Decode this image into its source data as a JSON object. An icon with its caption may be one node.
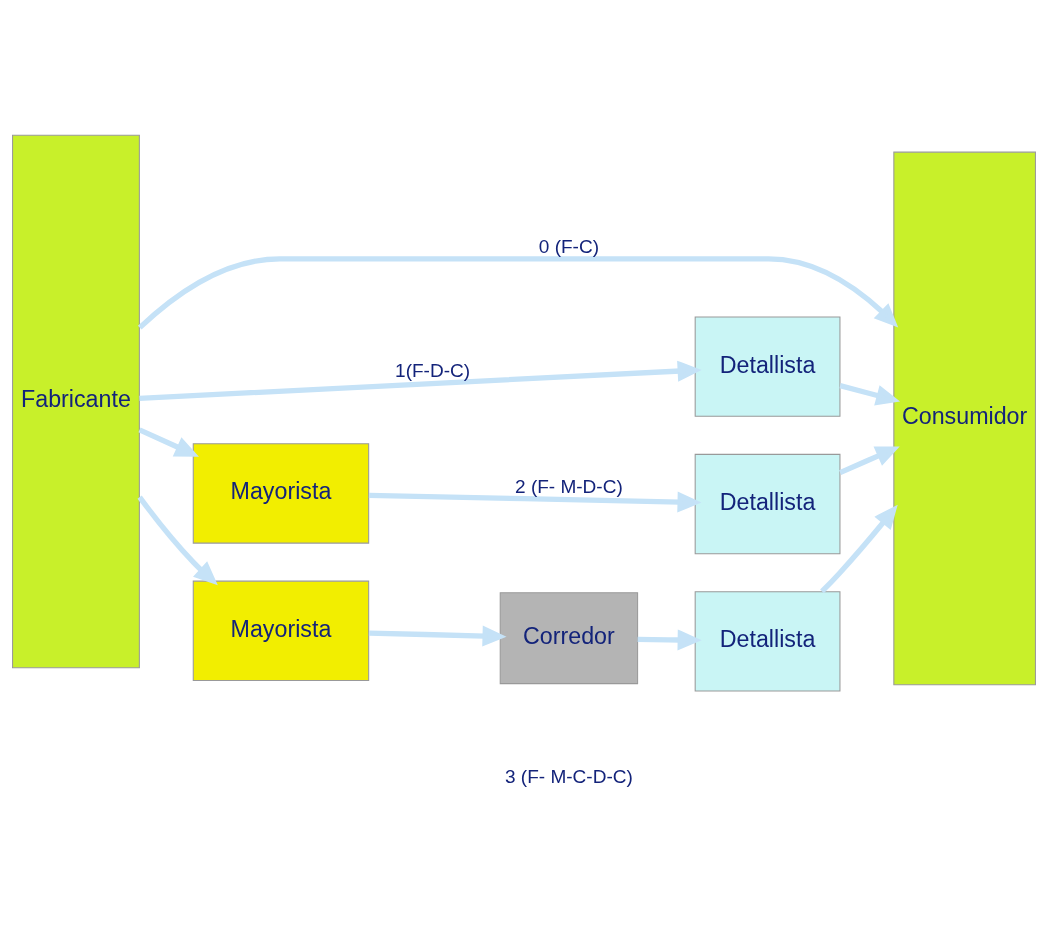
{
  "diagram": {
    "nodes": [
      {
        "text": [
          "Fabricante"
        ]
      },
      {
        "text": [
          "Consumidor"
        ]
      },
      {
        "text": [
          "Detallista"
        ]
      },
      {
        "text": [
          "Mayorista"
        ]
      },
      {
        "text": [
          "Detallista"
        ]
      },
      {
        "text": [
          "Mayorista"
        ]
      },
      {
        "text": [
          "Corredor"
        ]
      },
      {
        "text": [
          "Detallista"
        ]
      }
    ],
    "edges": [
      {
        "from": 0,
        "to": 1,
        "arrow": "to",
        "label": "0 (F-C)"
      },
      {
        "from": 0,
        "to": 2,
        "arrow": "to",
        "label": "1(F-D-C)"
      },
      {
        "from": 2,
        "to": 1,
        "arrow": "to"
      },
      {
        "from": 0,
        "to": 3,
        "arrow": "to"
      },
      {
        "from": 3,
        "to": 4,
        "arrow": "to",
        "label": "2 (F- M-D-C)"
      },
      {
        "from": 4,
        "to": 1,
        "arrow": "to"
      },
      {
        "from": 0,
        "to": 5,
        "arrow": "to"
      },
      {
        "from": 5,
        "to": 6,
        "arrow": "to"
      },
      {
        "from": 6,
        "to": 7,
        "arrow": "to"
      },
      {
        "from": 7,
        "to": 1,
        "arrow": "to"
      }
    ],
    "labels": [
      "3 (F- M-C-D-C)"
    ]
  }
}
